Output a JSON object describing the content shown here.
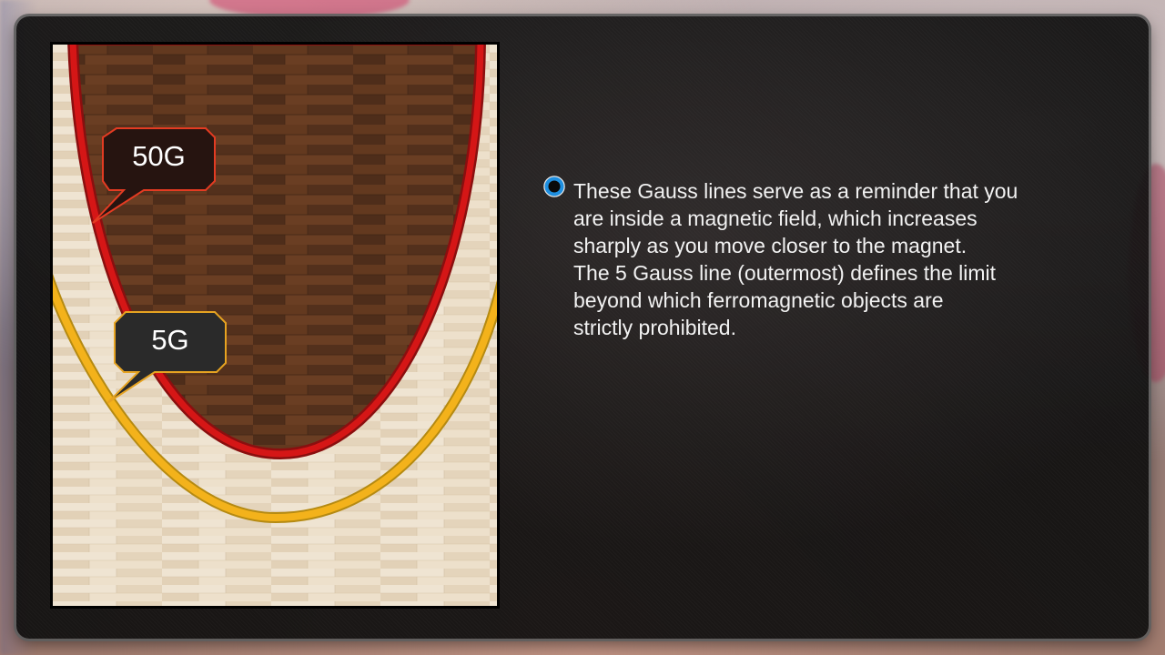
{
  "illustration": {
    "labels": {
      "outer_line": "5G",
      "inner_line": "50G"
    },
    "colors": {
      "inner_line": "#d41515",
      "outer_line": "#f2ad16",
      "inner_floor": "#5a3520",
      "outer_floor": "#eadcc6"
    }
  },
  "info": {
    "bullet_icon": "radio-bullet-icon",
    "lines": [
      "These Gauss lines serve as a reminder that you",
      "are inside a magnetic field, which increases",
      "sharply as you move closer to the magnet.",
      "The 5 Gauss line (outermost) defines the limit",
      "beyond which ferromagnetic objects are",
      "strictly prohibited."
    ]
  }
}
